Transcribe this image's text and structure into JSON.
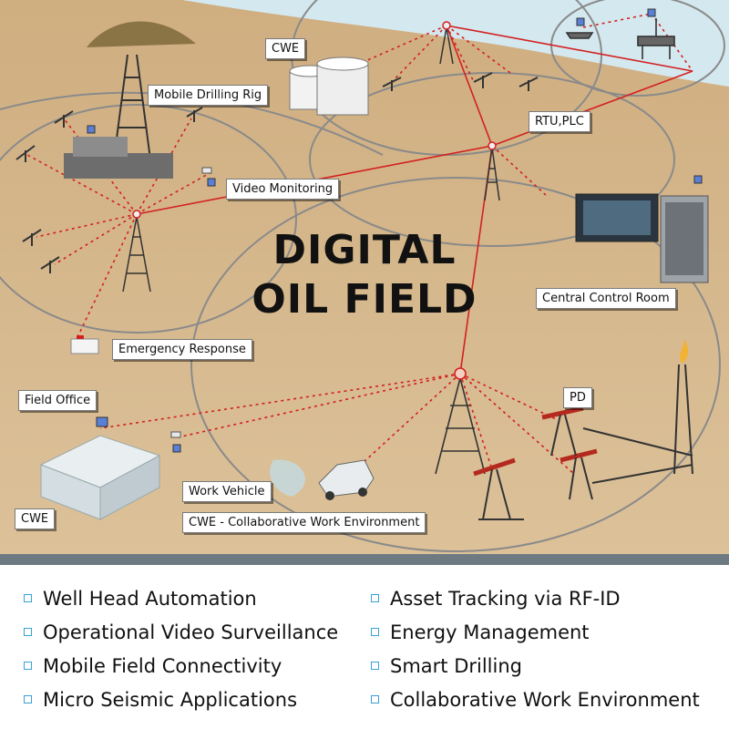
{
  "title": {
    "line1": "DIGITAL",
    "line2": "OIL FIELD"
  },
  "labels": {
    "cwe_top": "CWE",
    "mobile_drilling_rig": "Mobile Drilling Rig",
    "rtu_plc": "RTU,PLC",
    "video_monitoring": "Video Monitoring",
    "central_control_room": "Central Control Room",
    "emergency_response": "Emergency Response",
    "field_office": "Field Office",
    "pd": "PD",
    "work_vehicle": "Work Vehicle",
    "cwe_bottom": "CWE",
    "cwe_full": "CWE - Collaborative Work Environment"
  },
  "features": {
    "left": [
      "Well Head Automation",
      "Operational Video Surveillance",
      "Mobile Field Connectivity",
      "Micro Seismic Applications"
    ],
    "right": [
      "Asset Tracking via RF-ID",
      "Energy Management",
      "Smart Drilling",
      "Collaborative Work Environment"
    ]
  },
  "colors": {
    "sand": "#d8b98c",
    "sky": "#cfe6ef",
    "link_red": "#d32020",
    "ring_gray": "#8a8a8a",
    "panel_border": "#6e7a82",
    "checkbox_blue": "#3aa0d6"
  }
}
